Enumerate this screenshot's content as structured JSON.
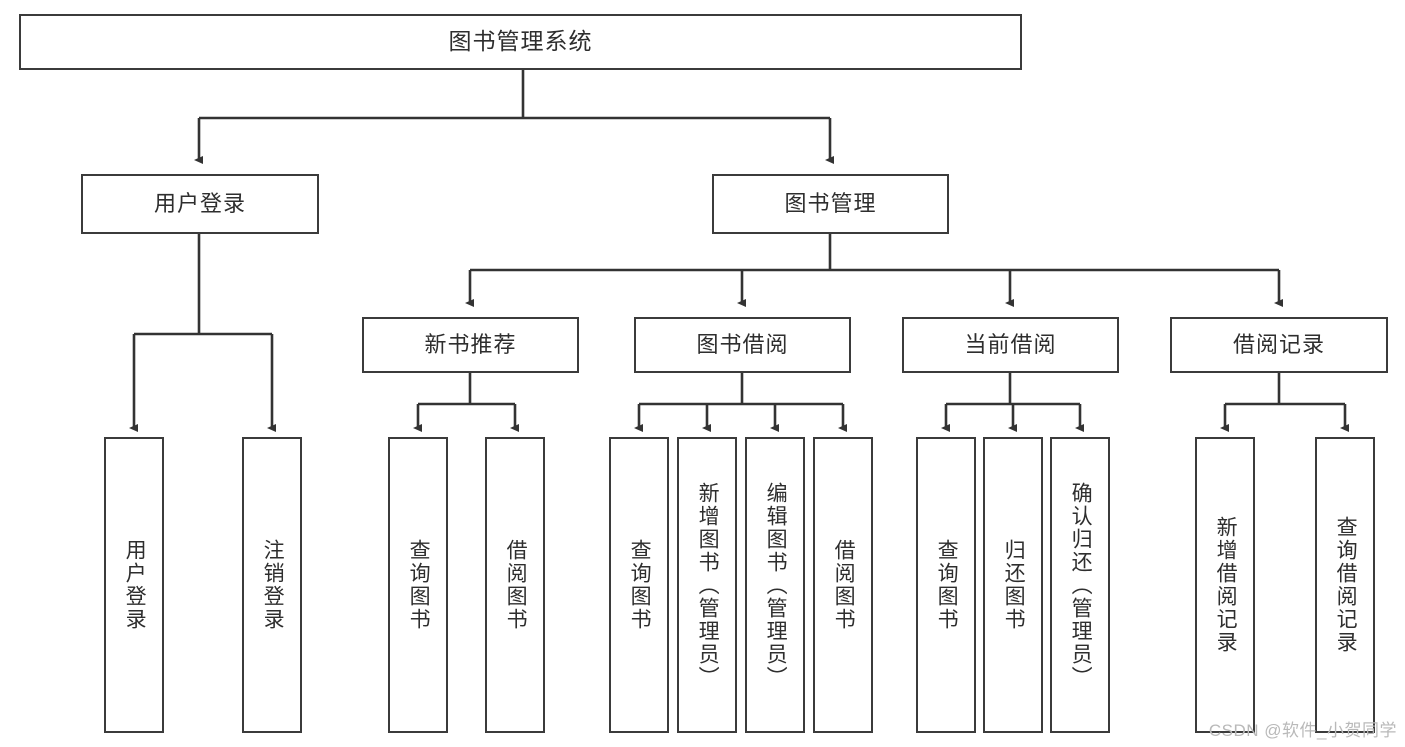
{
  "diagram": {
    "title": "图书管理系统",
    "type": "tree-hierarchy-chart",
    "colors": {
      "box_border": "#3b3b3b",
      "box_fill": "#ffffff",
      "connector": "#333333",
      "text": "#2e2e2e",
      "watermark": "#b9b9b9",
      "background": "#ffffff"
    },
    "root": {
      "label": "图书管理系统"
    },
    "level2": [
      {
        "label": "用户登录"
      },
      {
        "label": "图书管理"
      }
    ],
    "level3": [
      {
        "label": "新书推荐"
      },
      {
        "label": "图书借阅"
      },
      {
        "label": "当前借阅"
      },
      {
        "label": "借阅记录"
      }
    ],
    "leaves_user_login": [
      {
        "label": "用户登录"
      },
      {
        "label": "注销登录"
      }
    ],
    "leaves_new_book": [
      {
        "label": "查询图书"
      },
      {
        "label": "借阅图书"
      }
    ],
    "leaves_borrow": [
      {
        "label": "查询图书"
      },
      {
        "label": "新增图书（管理员）"
      },
      {
        "label": "编辑图书（管理员）"
      },
      {
        "label": "借阅图书"
      }
    ],
    "leaves_current": [
      {
        "label": "查询图书"
      },
      {
        "label": "归还图书"
      },
      {
        "label": "确认归还（管理员）"
      }
    ],
    "leaves_records": [
      {
        "label": "新增借阅记录"
      },
      {
        "label": "查询借阅记录"
      }
    ],
    "watermark": "CSDN @软件_小贺同学"
  }
}
